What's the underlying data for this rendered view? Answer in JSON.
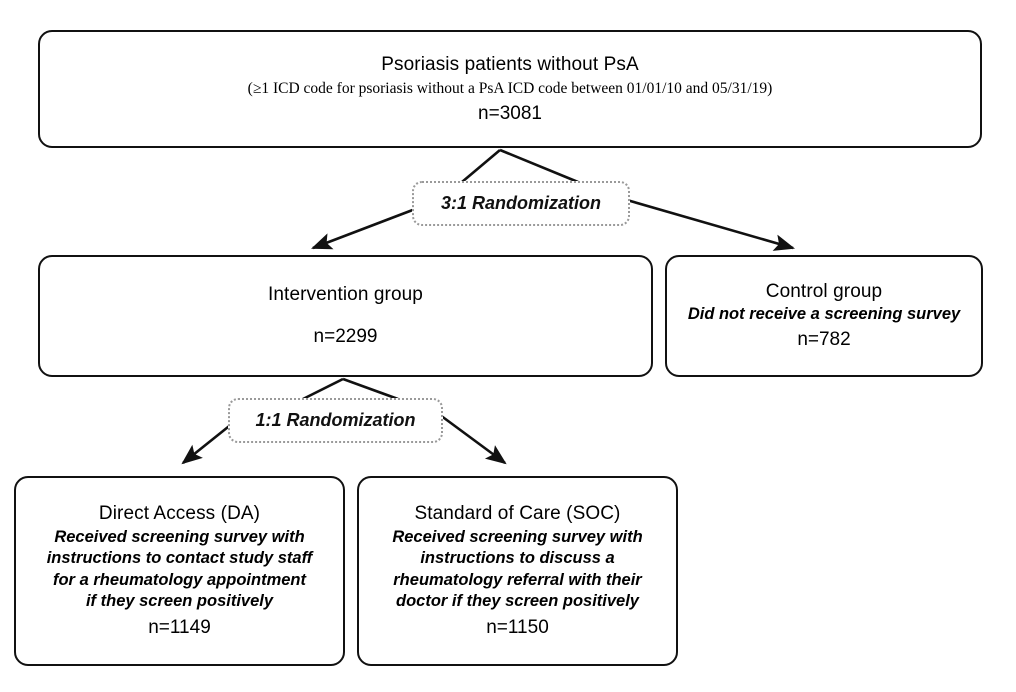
{
  "diagram": {
    "title": "Study randomization flow diagram",
    "type": "flowchart",
    "background_color": "#ffffff",
    "border_color": "#111111",
    "label_border_color": "#9a9a9a"
  },
  "nodes": {
    "top": {
      "name": "psoriasis-cohort",
      "title": "Psoriasis patients without PsA",
      "criteria": "(≥1 ICD code for psoriasis without a PsA ICD code between 01/01/10 and 05/31/19)",
      "count": "n=3081",
      "count_value": 3081
    },
    "intervention": {
      "name": "intervention-group",
      "title": "Intervention group",
      "count": "n=2299",
      "count_value": 2299
    },
    "control": {
      "name": "control-group",
      "title": "Control group",
      "description": "Did not receive a screening survey",
      "count": "n=782",
      "count_value": 782
    },
    "direct_access": {
      "name": "direct-access-arm",
      "title": "Direct Access (DA)",
      "description_lines": [
        "Received screening survey with",
        "instructions to contact study staff",
        "for a rheumatology appointment",
        "if they screen positively"
      ],
      "count": "n=1149",
      "count_value": 1149
    },
    "standard_of_care": {
      "name": "standard-of-care-arm",
      "title": "Standard of Care (SOC)",
      "description_lines": [
        "Received screening survey with",
        "instructions to discuss a",
        "rheumatology referral with their",
        "doctor if they screen positively"
      ],
      "count": "n=1150",
      "count_value": 1150
    }
  },
  "labels": {
    "randomization_3_1": "3:1 Randomization",
    "randomization_1_1": "1:1 Randomization"
  },
  "edges": [
    {
      "name": "edge-top-to-intervention",
      "from": "top",
      "to": "intervention",
      "label": "3:1 Randomization"
    },
    {
      "name": "edge-top-to-control",
      "from": "top",
      "to": "control",
      "label": "3:1 Randomization"
    },
    {
      "name": "edge-intervention-to-da",
      "from": "intervention",
      "to": "direct_access",
      "label": "1:1 Randomization"
    },
    {
      "name": "edge-intervention-to-soc",
      "from": "intervention",
      "to": "standard_of_care",
      "label": "1:1 Randomization"
    }
  ]
}
